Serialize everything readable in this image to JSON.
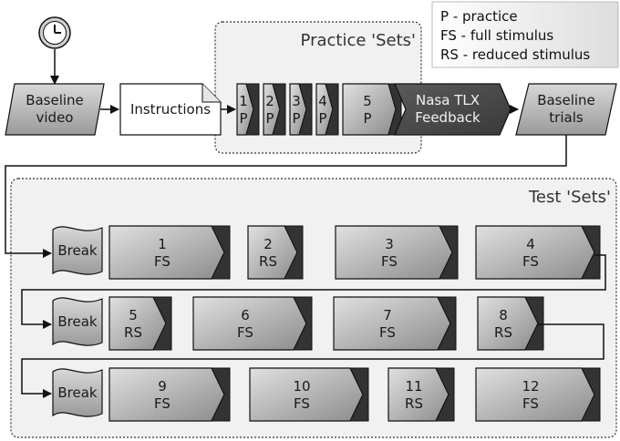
{
  "legend": {
    "lines": [
      "P - practice",
      "FS - full stimulus",
      "RS - reduced stimulus"
    ]
  },
  "practice_group": {
    "title": "Practice 'Sets'"
  },
  "test_group": {
    "title": "Test 'Sets'"
  },
  "flow": {
    "baseline_video": [
      "Baseline",
      "video"
    ],
    "instructions": "Instructions",
    "practice_sets": [
      {
        "num": "1",
        "type": "P"
      },
      {
        "num": "2",
        "type": "P"
      },
      {
        "num": "3",
        "type": "P"
      },
      {
        "num": "4",
        "type": "P"
      },
      {
        "num": "5",
        "type": "P"
      }
    ],
    "nasa_tlx": [
      "Nasa TLX",
      "Feedback"
    ],
    "baseline_trials": [
      "Baseline",
      "trials"
    ]
  },
  "break_label": "Break",
  "test_rows": [
    [
      {
        "num": "1",
        "type": "FS"
      },
      {
        "num": "2",
        "type": "RS"
      },
      {
        "num": "3",
        "type": "FS"
      },
      {
        "num": "4",
        "type": "FS"
      }
    ],
    [
      {
        "num": "5",
        "type": "RS"
      },
      {
        "num": "6",
        "type": "FS"
      },
      {
        "num": "7",
        "type": "FS"
      },
      {
        "num": "8",
        "type": "RS"
      }
    ],
    [
      {
        "num": "9",
        "type": "FS"
      },
      {
        "num": "10",
        "type": "FS"
      },
      {
        "num": "11",
        "type": "RS"
      },
      {
        "num": "12",
        "type": "FS"
      }
    ]
  ],
  "colors": {
    "box_gradient_light": "#dcdcdc",
    "box_gradient_dark": "#8e8e8e",
    "box_tip": "#333333",
    "nasa_fill": "#4d4d4d",
    "group_fill": "#f1f1f1",
    "stroke": "#111111"
  }
}
